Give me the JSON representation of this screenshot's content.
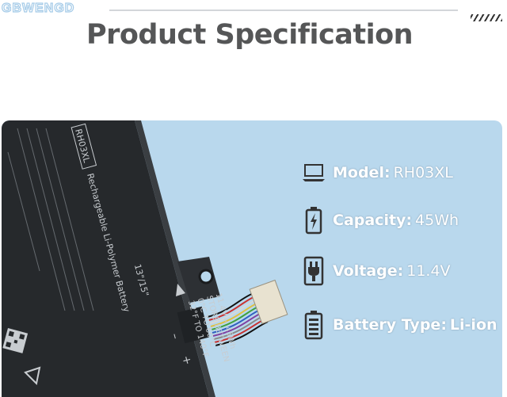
{
  "brand": {
    "logo_text": "GBWENGD"
  },
  "header": {
    "title": "Product Specification"
  },
  "battery_label": {
    "model_code": "RH03XL",
    "description": "Rechargeable Li-Polymer Battery",
    "rating": "11.4V ⎓ 45Wh",
    "storage": "STORE BETWEEN",
    "storage_range": "0°C TO 60°C",
    "storage_range_f": "32°F TO 140°F",
    "orientation": "13\"/15\"",
    "minus": "–",
    "plus": "+"
  },
  "specs": [
    {
      "icon": "laptop-icon",
      "key": "Model",
      "sep": ":",
      "value": "RH03XL"
    },
    {
      "icon": "battery-charge-icon",
      "key": "Capacity",
      "sep": ":",
      "value": "45Wh"
    },
    {
      "icon": "plug-icon",
      "key": "Voltage",
      "sep": ":",
      "value": "11.4V"
    },
    {
      "icon": "battery-icon",
      "key": "Battery Type",
      "sep": ":",
      "value": "Li-ion"
    }
  ],
  "colors": {
    "panel_bg": "#b9d8ed",
    "battery_body": "#26292c",
    "title_text": "#555657",
    "logo_outline": "#a5cbe8"
  }
}
